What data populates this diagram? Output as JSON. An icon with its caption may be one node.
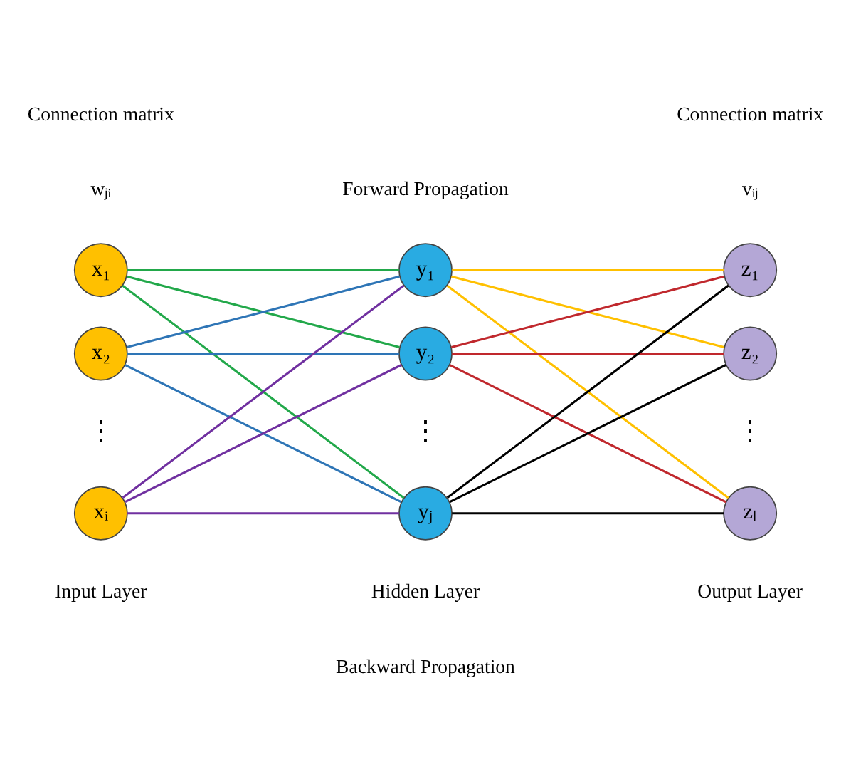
{
  "diagram": {
    "nodes": [
      {
        "text": [
          "x₁"
        ]
      },
      {
        "text": [
          "x₂"
        ]
      },
      {
        "text": [
          "xᵢ"
        ]
      },
      {
        "text": [
          "y₁"
        ]
      },
      {
        "text": [
          "y₂"
        ]
      },
      {
        "text": [
          "yⱼ"
        ]
      },
      {
        "text": [
          "z₁"
        ]
      },
      {
        "text": [
          "z₂"
        ]
      },
      {
        "text": [
          "zₗ"
        ]
      }
    ],
    "edges": [
      {
        "from": 0,
        "to": 3,
        "arrow": "none",
        "color": "#22a84a"
      },
      {
        "from": 0,
        "to": 4,
        "arrow": "none",
        "color": "#22a84a"
      },
      {
        "from": 0,
        "to": 5,
        "arrow": "none",
        "color": "#22a84a"
      },
      {
        "from": 1,
        "to": 3,
        "arrow": "none",
        "color": "#2e75b6"
      },
      {
        "from": 1,
        "to": 4,
        "arrow": "none",
        "color": "#2e75b6"
      },
      {
        "from": 1,
        "to": 5,
        "arrow": "none",
        "color": "#2e75b6"
      },
      {
        "from": 2,
        "to": 3,
        "arrow": "none",
        "color": "#7030a0"
      },
      {
        "from": 2,
        "to": 4,
        "arrow": "none",
        "color": "#7030a0"
      },
      {
        "from": 2,
        "to": 5,
        "arrow": "none",
        "color": "#7030a0"
      },
      {
        "from": 3,
        "to": 6,
        "arrow": "none",
        "color": "#ffc000"
      },
      {
        "from": 3,
        "to": 7,
        "arrow": "none",
        "color": "#ffc000"
      },
      {
        "from": 3,
        "to": 8,
        "arrow": "none",
        "color": "#ffc000"
      },
      {
        "from": 4,
        "to": 6,
        "arrow": "none",
        "color": "#c0282d"
      },
      {
        "from": 4,
        "to": 7,
        "arrow": "none",
        "color": "#c0282d"
      },
      {
        "from": 4,
        "to": 8,
        "arrow": "none",
        "color": "#c0282d"
      },
      {
        "from": 5,
        "to": 6,
        "arrow": "none",
        "color": "#000000"
      },
      {
        "from": 5,
        "to": 7,
        "arrow": "none",
        "color": "#000000"
      },
      {
        "from": 5,
        "to": 8,
        "arrow": "none",
        "color": "#000000"
      }
    ],
    "labels": [
      "Forward Propagation",
      "Connection matrix",
      "wⱼᵢ",
      "Connection matrix",
      "vᵢⱼ",
      "⋮",
      "⋮",
      "⋮",
      "Input Layer",
      "Hidden Layer",
      "Output Layer",
      "Backward Propagation"
    ]
  }
}
